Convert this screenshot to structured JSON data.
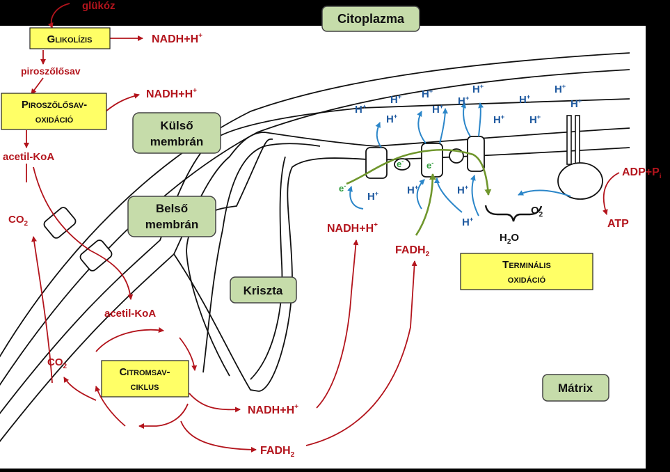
{
  "regions": {
    "cytoplasm": "Citoplazma",
    "outer_membrane_l1": "Külső",
    "outer_membrane_l2": "membrán",
    "inner_membrane_l1": "Belső",
    "inner_membrane_l2": "membrán",
    "crista": "Kriszta",
    "matrix": "Mátrix"
  },
  "processes": {
    "glycolysis": "Glikolízis",
    "pyruvate_ox_l1": "Piroszőlősav-",
    "pyruvate_ox_l2": "oxidáció",
    "citric_l1": "Citromsav-",
    "citric_l2": "ciklus",
    "terminal_l1": "Terminális",
    "terminal_l2": "oxidáció"
  },
  "molecules": {
    "glucose": "glükóz",
    "pyruvate": "piroszőlősav",
    "acetyl_coa": "acetil-KoA",
    "co2": "CO",
    "co2_sub": "2",
    "nadh": "NADH+H",
    "plus": "+",
    "fadh": "FADH",
    "fadh_sub": "2",
    "h_plus": "H",
    "electron": "e",
    "minus": "-",
    "o2": "O",
    "o2_sub": "2",
    "h2o_h": "H",
    "h2o_sub": "2",
    "h2o_o": "O",
    "adp": "ADP+P",
    "adp_sub": "i",
    "atp": "ATP"
  },
  "colors": {
    "background": "#000000",
    "canvas": "#ffffff",
    "process_box": "#ffff66",
    "region_box": "#c6dcaa",
    "metabolite": "#b3141c",
    "proton": "#1f5aa0",
    "electron": "#2e9b3a"
  }
}
